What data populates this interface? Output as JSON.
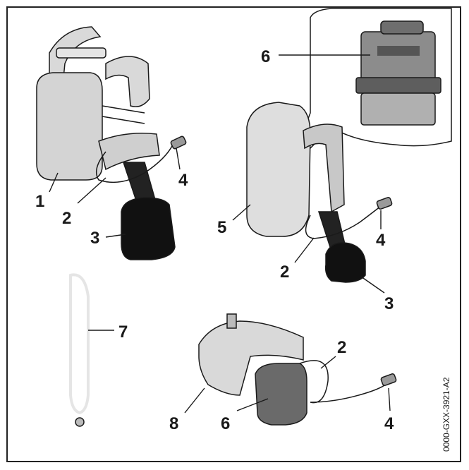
{
  "document_id": "0000-GXX-3921-A2",
  "callouts": {
    "c1": "1",
    "c2a": "2",
    "c3a": "3",
    "c4a": "4",
    "c5": "5",
    "c2b": "2",
    "c4b": "4",
    "c3b": "3",
    "c6a": "6",
    "c7": "7",
    "c2c": "2",
    "c8": "8",
    "c6b": "6",
    "c4c": "4"
  },
  "colors": {
    "light_gray": "#d9d9d9",
    "mid_gray": "#b5b5b5",
    "dark_gray": "#7a7a7a",
    "black": "#111111",
    "outline": "#1a1a1a"
  }
}
